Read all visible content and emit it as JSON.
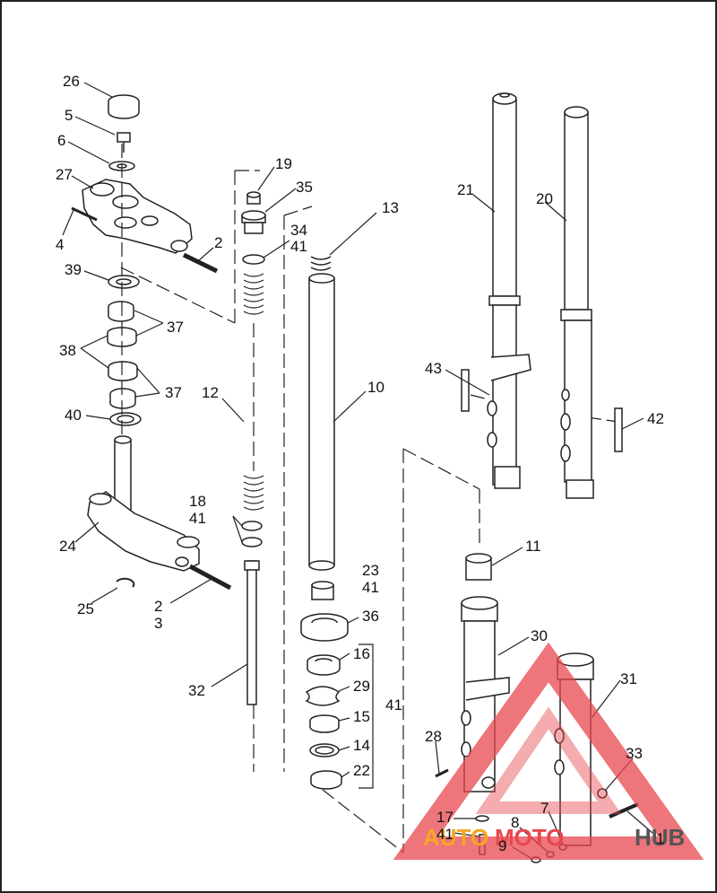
{
  "diagram": {
    "labels": {
      "p26": "26",
      "p5": "5",
      "p6": "6",
      "p27": "27",
      "p4": "4",
      "p2a": "2",
      "p39": "39",
      "p37a": "37",
      "p38": "38",
      "p37b": "37",
      "p40": "40",
      "p24": "24",
      "p25": "25",
      "p2b": "2",
      "p3": "3",
      "p19": "19",
      "p35": "35",
      "p34": "34",
      "p41a": "41",
      "p12": "12",
      "p18": "18",
      "p41b": "41",
      "p32": "32",
      "p13": "13",
      "p10": "10",
      "p23": "23",
      "p41c": "41",
      "p36": "36",
      "p16": "16",
      "p29": "29",
      "p15": "15",
      "p14": "14",
      "p22": "22",
      "p41d": "41",
      "p21": "21",
      "p20": "20",
      "p43": "43",
      "p42": "42",
      "p11": "11",
      "p30": "30",
      "p31": "31",
      "p28": "28",
      "p33": "33",
      "p17": "17",
      "p41e": "41",
      "p7": "7",
      "p8": "8",
      "p9": "9",
      "p1": "1"
    }
  },
  "watermark": {
    "text_a": "AUTO",
    "text_b": "MOTO",
    "text_c": "HUB",
    "colors": {
      "triangle": "#e8474f",
      "auto": "#f5a623",
      "moto": "#e8474f",
      "hub": "#555555"
    }
  }
}
